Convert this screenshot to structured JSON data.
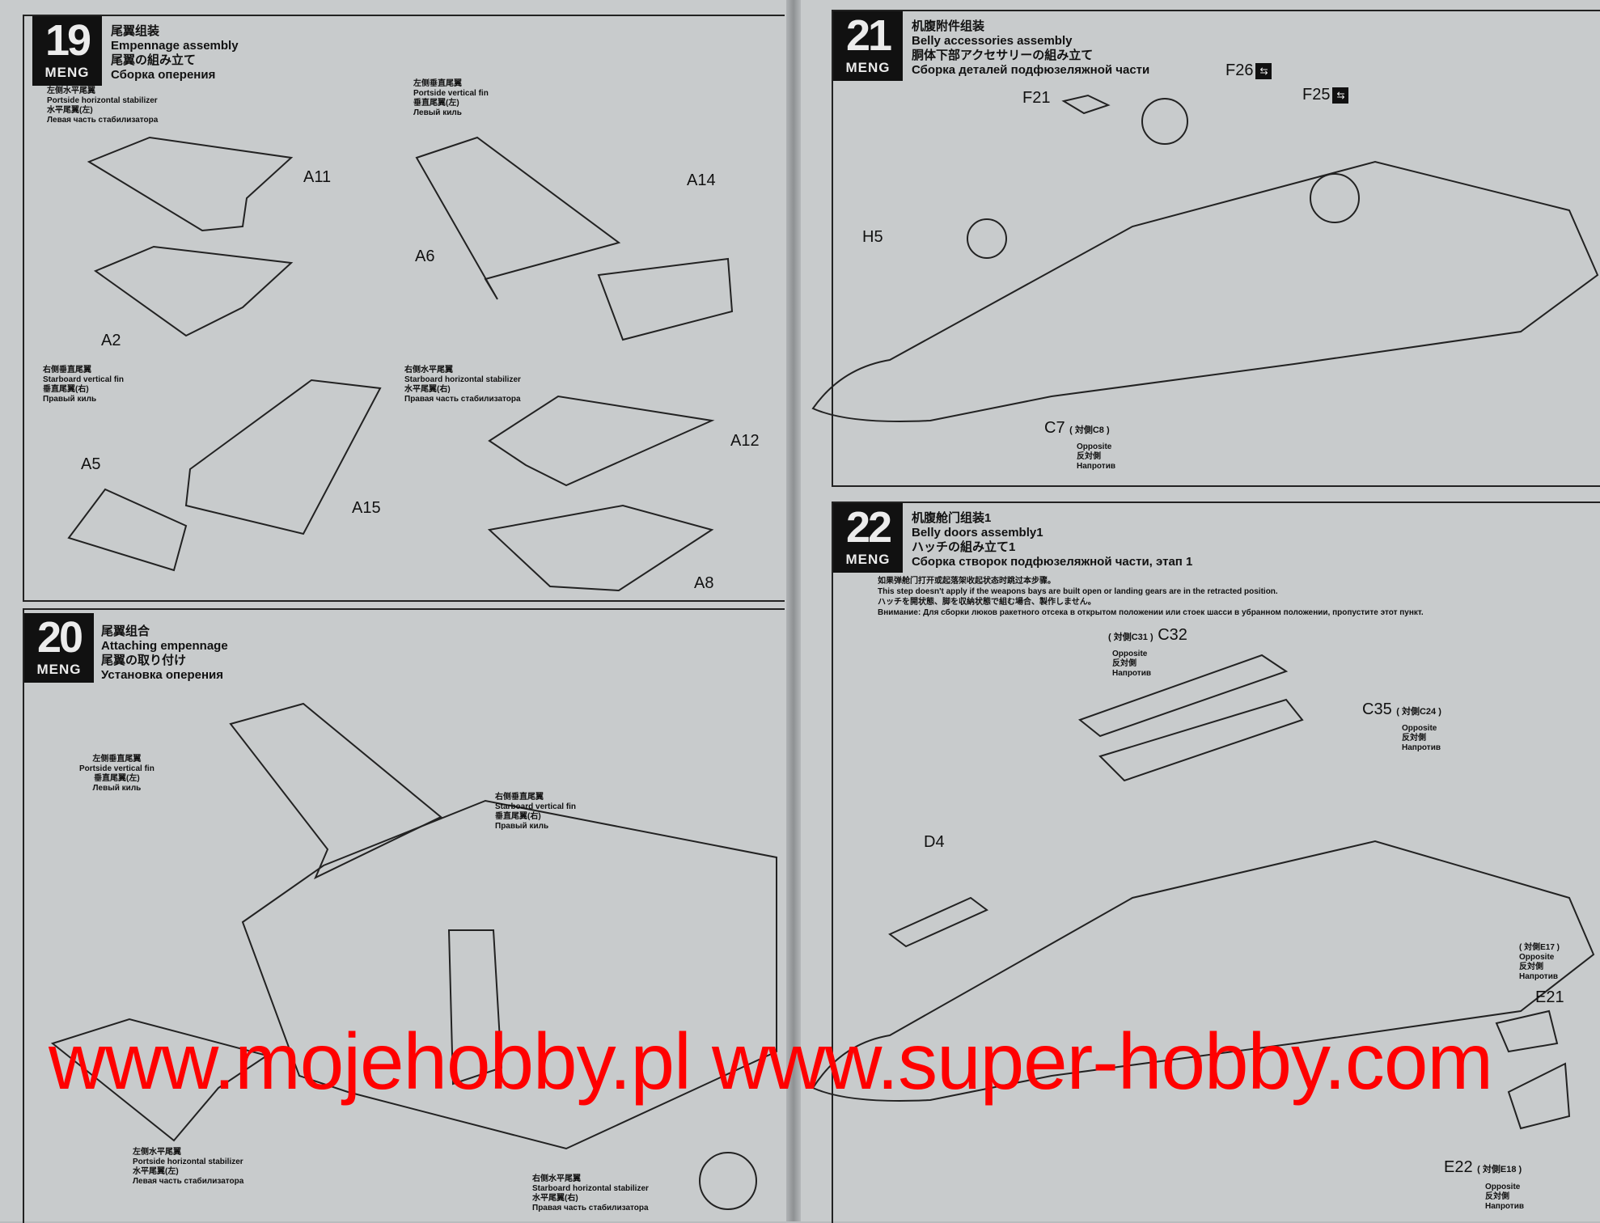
{
  "brand": "MENG",
  "step19": {
    "number": "19",
    "title_zh": "尾翼组装",
    "title_en": "Empennage assembly",
    "title_ja": "尾翼の組み立て",
    "title_ru": "Сборка оперения",
    "port_hstab": {
      "zh": "左侧水平尾翼",
      "en": "Portside horizontal stabilizer",
      "ja": "水平尾翼(左)",
      "ru": "Левая часть стабилизатора"
    },
    "port_vfin": {
      "zh": "左侧垂直尾翼",
      "en": "Portside vertical fin",
      "ja": "垂直尾翼(左)",
      "ru": "Левый киль"
    },
    "stbd_vfin": {
      "zh": "右侧垂直尾翼",
      "en": "Starboard vertical fin",
      "ja": "垂直尾翼(右)",
      "ru": "Правый киль"
    },
    "stbd_hstab": {
      "zh": "右侧水平尾翼",
      "en": "Starboard horizontal stabilizer",
      "ja": "水平尾翼(右)",
      "ru": "Правая часть стабилизатора"
    },
    "parts": [
      "A11",
      "A14",
      "A6",
      "A2",
      "A5",
      "A15",
      "A12",
      "A8"
    ]
  },
  "step20": {
    "number": "20",
    "title_zh": "尾翼组合",
    "title_en": "Attaching empennage",
    "title_ja": "尾翼の取り付け",
    "title_ru": "Установка оперения",
    "port_vfin": {
      "zh": "左侧垂直尾翼",
      "en": "Portside vertical fin",
      "ja": "垂直尾翼(左)",
      "ru": "Левый киль"
    },
    "stbd_vfin": {
      "zh": "右侧垂直尾翼",
      "en": "Starboard vertical fin",
      "ja": "垂直尾翼(右)",
      "ru": "Правый киль"
    },
    "port_hstab": {
      "zh": "左侧水平尾翼",
      "en": "Portside horizontal stabilizer",
      "ja": "水平尾翼(左)",
      "ru": "Левая часть стабилизатора"
    },
    "stbd_hstab": {
      "zh": "右侧水平尾翼",
      "en": "Starboard horizontal stabilizer",
      "ja": "水平尾翼(右)",
      "ru": "Правая часть стабилизатора"
    }
  },
  "step21": {
    "number": "21",
    "title_zh": "机腹附件组装",
    "title_en": "Belly accessories assembly",
    "title_ja": "胴体下部アクセサリーの組み立て",
    "title_ru": "Сборка деталей подфюзеляжной части",
    "parts": [
      "F21",
      "F26",
      "F25",
      "H5",
      "C7"
    ],
    "c7_opposite": "( 対側C8 )",
    "opposite": {
      "en": "Opposite",
      "ja": "反対側",
      "ru": "Напротив"
    },
    "swap_icon": "⇆"
  },
  "step22": {
    "number": "22",
    "title_zh": "机腹舱门组装1",
    "title_en": "Belly doors assembly1",
    "title_ja": "ハッチの組み立て1",
    "title_ru": "Сборка створок подфюзеляжной части, этап 1",
    "warning": {
      "zh": "如果弹舱门打开或起落架收起状态时跳过本步骤。",
      "en": "This step doesn't apply if the weapons bays are built open or landing gears are in the retracted position.",
      "ja": "ハッチを開状態、脚を収納状態で組む場合、製作しません。",
      "ru": "Внимание: Для сборки люков ракетного отсека в открытом положении или стоек шасси в убранном положении, пропустите этот пункт."
    },
    "parts": [
      "C32",
      "C35",
      "D4",
      "E21",
      "E22"
    ],
    "c32_opposite": "( 対側C31 )",
    "c35_opposite": "( 対側C24 )",
    "e21_opposite": "( 対側E17 )",
    "e22_opposite": "( 対側E18 )",
    "opposite": {
      "en": "Opposite",
      "ja": "反対側",
      "ru": "Напротив"
    }
  },
  "watermark": "www.mojehobby.pl www.super-hobby.com"
}
